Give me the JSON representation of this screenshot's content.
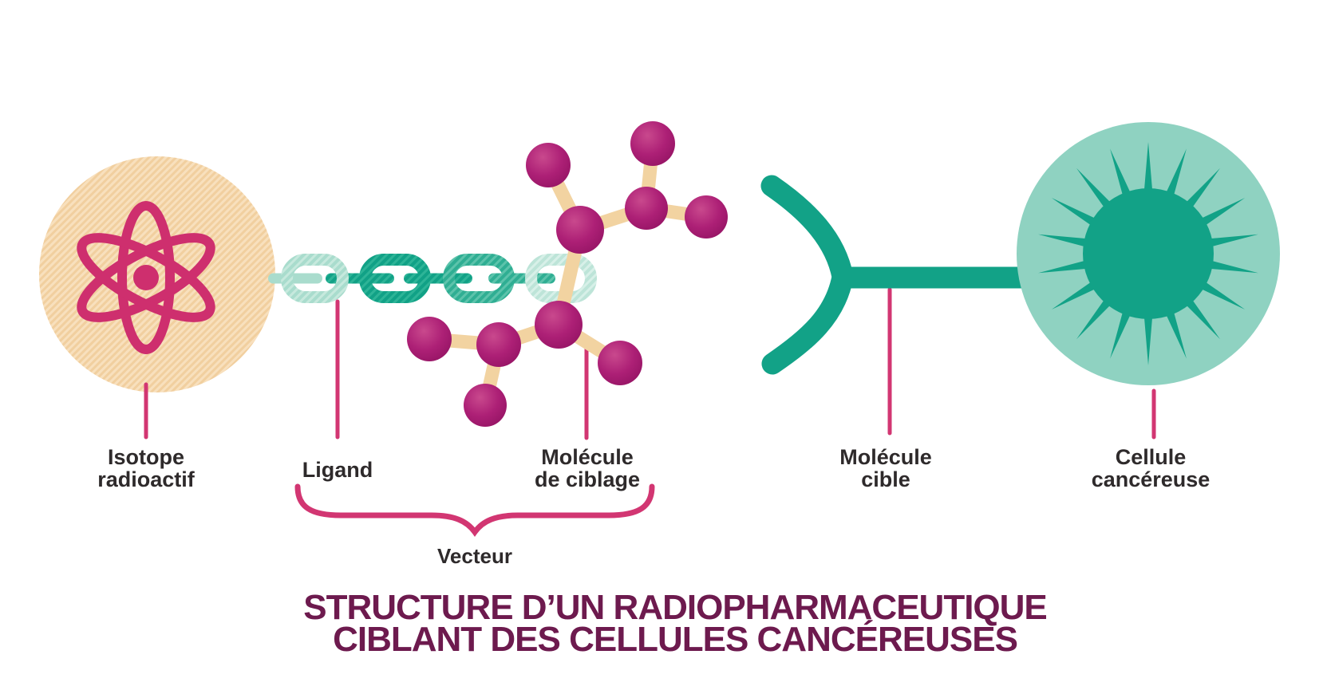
{
  "title": {
    "line1": "STRUCTURE D’UN RADIOPHARMACEUTIQUE",
    "line2": "CIBLANT DES CELLULES CANCÉREUSES"
  },
  "labels": {
    "isotope": {
      "line1": "Isotope",
      "line2": "radioactif"
    },
    "ligand": {
      "line1": "Ligand"
    },
    "molecule_ciblage": {
      "line1": "Molécule",
      "line2": "de ciblage"
    },
    "vecteur": {
      "line1": "Vecteur"
    },
    "molecule_cible": {
      "line1": "Molécule",
      "line2": "cible"
    },
    "cellule_cancereuse": {
      "line1": "Cellule",
      "line2": "cancéreuse"
    }
  },
  "components": [
    "isotope-radioactif (striped peach disc with magenta atom symbol)",
    "ligand (teal chain of 4 links)",
    "molecule-de-ciblage (magenta ball-and-stick molecule)",
    "vecteur (brace grouping ligand + molecule de ciblage)",
    "molecule-cible (teal Y-shaped receptor)",
    "cellule-cancereuse (large teal cell with spiky nucleus)"
  ],
  "colors": {
    "background": "#ffffff",
    "peach_disc": "#f8e0bd",
    "peach_stripe": "#f1cf9f",
    "atom_magenta": "#ce2f6e",
    "sphere_magenta": "#a5156c",
    "stick_tan": "#f2d3a1",
    "teal_dark": "#12a287",
    "teal_medium": "#2fae93",
    "teal_pale": "#a9dccd",
    "teal_palest": "#bde4d8",
    "cell_body": "#8fd2c1",
    "callout_pink": "#d23672",
    "label_text": "#2e2a2b",
    "title_plum": "#6d1a4e"
  }
}
